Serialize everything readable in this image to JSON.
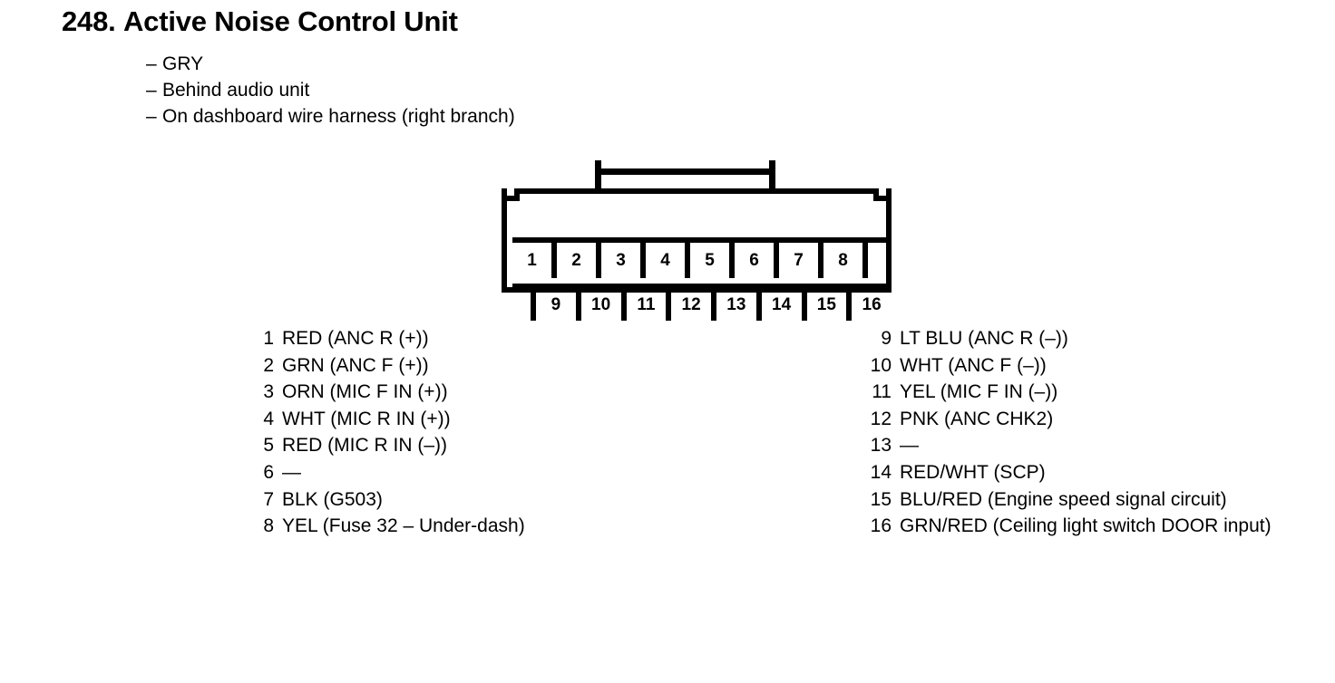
{
  "header": {
    "number": "248.",
    "title": "Active Noise Control Unit"
  },
  "description": [
    {
      "dash": "–",
      "text": "GRY"
    },
    {
      "dash": "–",
      "text": "Behind audio unit"
    },
    {
      "dash": "–",
      "text": "On dashboard wire harness (right branch)"
    }
  ],
  "connector": {
    "top_row": [
      "1",
      "2",
      "3",
      "4",
      "5",
      "6",
      "7",
      "8",
      ""
    ],
    "bottom_row": [
      "",
      "9",
      "10",
      "11",
      "12",
      "13",
      "14",
      "15",
      "16"
    ]
  },
  "pins_left": [
    {
      "num": "1",
      "text": "RED (ANC R (+))"
    },
    {
      "num": "2",
      "text": "GRN (ANC F (+))"
    },
    {
      "num": "3",
      "text": "ORN (MIC F IN (+))"
    },
    {
      "num": "4",
      "text": "WHT (MIC R IN (+))"
    },
    {
      "num": "5",
      "text": "RED (MIC R IN (–))"
    },
    {
      "num": "6",
      "text": "—"
    },
    {
      "num": "7",
      "text": "BLK (G503)"
    },
    {
      "num": "8",
      "text": "YEL (Fuse 32 – Under-dash)"
    }
  ],
  "pins_right": [
    {
      "num": "9",
      "text": "LT BLU (ANC R (–))"
    },
    {
      "num": "10",
      "text": "WHT (ANC F (–))"
    },
    {
      "num": "11",
      "text": "YEL (MIC F IN (–))"
    },
    {
      "num": "12",
      "text": "PNK (ANC CHK2)"
    },
    {
      "num": "13",
      "text": "—"
    },
    {
      "num": "14",
      "text": "RED/WHT (SCP)"
    },
    {
      "num": "15",
      "text": "BLU/RED (Engine speed signal circuit)"
    },
    {
      "num": "16",
      "text": "GRN/RED (Ceiling light switch DOOR input)"
    }
  ],
  "colors": {
    "ink": "#000000",
    "paper": "#ffffff"
  }
}
